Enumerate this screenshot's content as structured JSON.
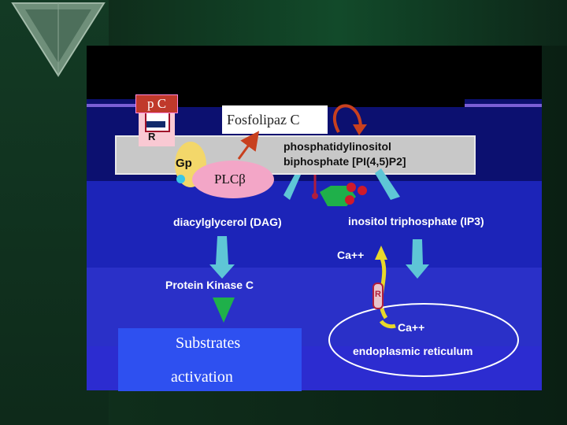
{
  "diagram": {
    "pc_label": "p C",
    "receptor_label": "R",
    "enzyme_name": "Fosfolipaz C",
    "substrate_line1": "phosphatidylinositol",
    "substrate_line2": "biphosphate [PI(4,5)P2]",
    "gp_label": "Gp",
    "plc_label": "PLCβ",
    "dag_label": "diacylglycerol (DAG)",
    "ip3_label": "inositol triphosphate (IP3)",
    "ca_top_label": "Ca++",
    "pkc_label": "Protein Kinase C",
    "er_receptor_label": "R",
    "ca_bottom_label": "Ca++",
    "er_label": "endoplasmic reticulum",
    "substrates_label": "Substrates",
    "activation_label": "activation"
  },
  "colors": {
    "panel_blue": "#2c2cd0",
    "membrane": "#c8c8c8",
    "arrow_cyan": "#5ec6d6",
    "pkc_green": "#1fb04a",
    "ca_yellow": "#e8d82a",
    "pc_red": "#c0392b"
  }
}
